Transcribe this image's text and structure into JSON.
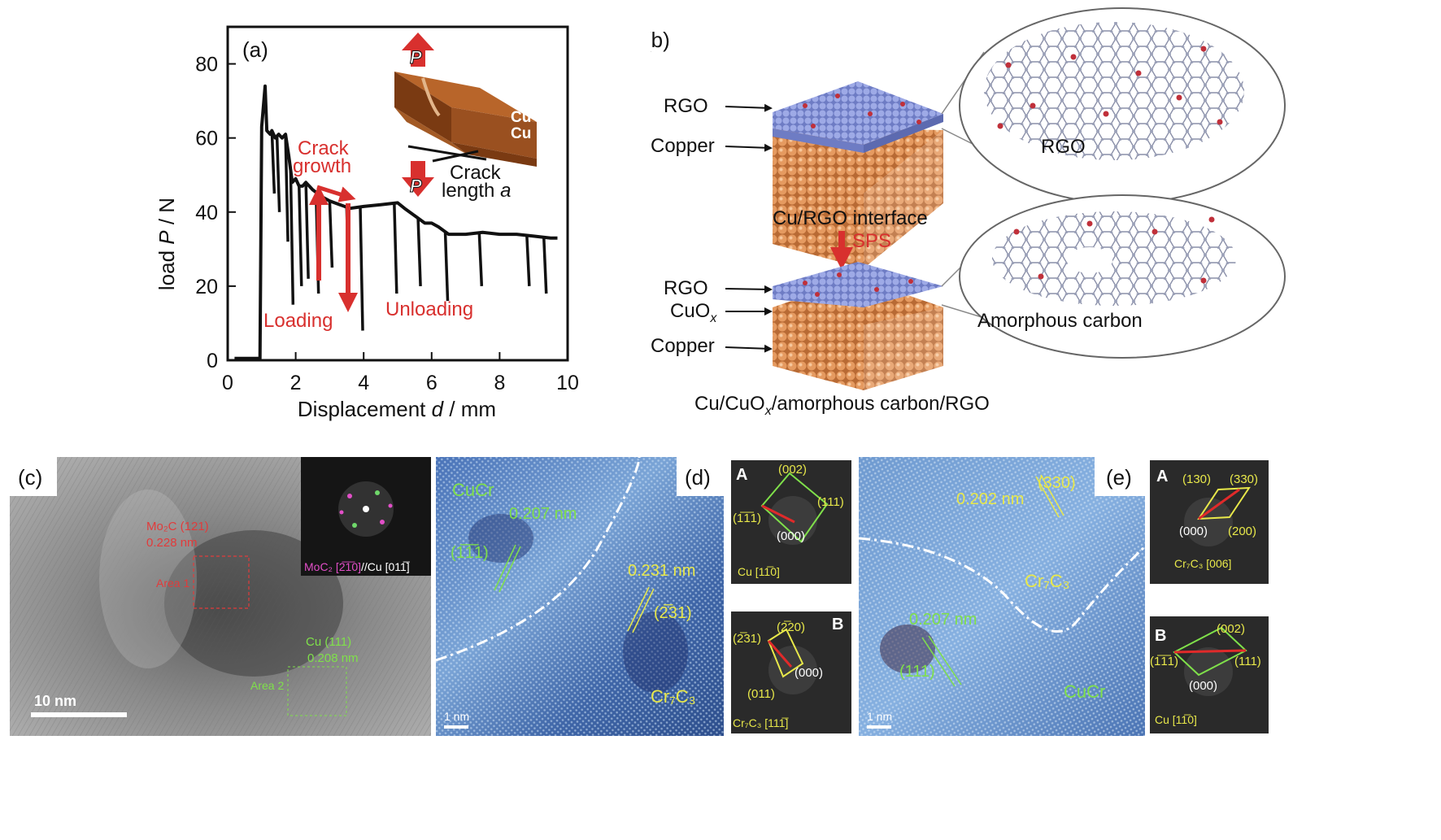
{
  "panel_a": {
    "label": "(a)",
    "ylabel_prefix": "load ",
    "ylabel_var": "P",
    "ylabel_unit": " / N",
    "xlabel_prefix": "Displacement ",
    "xlabel_var": "d",
    "xlabel_unit": " / mm",
    "ann_crack_growth_1": "Crack",
    "ann_crack_growth_2": "growth",
    "ann_loading": "Loading",
    "ann_unloading": "Unloading",
    "inset_p_top": "P",
    "inset_p_bottom": "P",
    "inset_cu_1": "Cu",
    "inset_cu_2": "Cu",
    "inset_crack_1": "Crack",
    "inset_crack_2": "length ",
    "inset_crack_var": "a",
    "colors": {
      "curve": "#111111",
      "annotation": "#d8302e",
      "copper": "#b8652a"
    }
  },
  "chart_data": {
    "type": "line",
    "xlabel": "Displacement d / mm",
    "ylabel": "load P / N",
    "xlim": [
      0,
      10
    ],
    "ylim": [
      0,
      90
    ],
    "xticks": [
      "0",
      "2",
      "4",
      "6",
      "8",
      "10"
    ],
    "yticks": [
      "0",
      "20",
      "40",
      "60",
      "80"
    ],
    "grid": false,
    "series": [
      {
        "x": [
          0.2,
          0.95,
          1.0,
          1.1,
          1.15,
          1.25,
          1.3,
          1.4,
          1.5,
          1.6,
          1.7,
          1.8,
          1.9,
          2.0,
          2.1,
          2.2,
          2.3,
          2.5,
          2.8,
          3.0,
          3.3,
          3.6,
          4.0,
          4.5,
          5.0,
          5.2,
          5.5,
          5.8,
          6.0,
          6.2,
          6.5,
          7.0,
          7.5,
          8.0,
          8.5,
          9.0,
          9.5,
          9.7
        ],
        "y": [
          0.5,
          0.5,
          63,
          74,
          62,
          61,
          62,
          60,
          61,
          60,
          61,
          55,
          48,
          49,
          47,
          47,
          48,
          46,
          44,
          43,
          42,
          41,
          41.5,
          42,
          42.5,
          41,
          39,
          37,
          37,
          36,
          34,
          34,
          34.5,
          34,
          34,
          33.5,
          33,
          33
        ]
      }
    ],
    "unloading_drops": [
      {
        "x": 1.3,
        "ymin": 45
      },
      {
        "x": 1.45,
        "ymin": 40
      },
      {
        "x": 1.7,
        "ymin": 32
      },
      {
        "x": 1.85,
        "ymin": 15
      },
      {
        "x": 2.1,
        "ymin": 20
      },
      {
        "x": 2.3,
        "ymin": 22
      },
      {
        "x": 2.6,
        "ymin": 18
      },
      {
        "x": 3.0,
        "ymin": 25
      },
      {
        "x": 3.5,
        "ymin": 17
      },
      {
        "x": 3.9,
        "ymin": 8
      },
      {
        "x": 4.9,
        "ymin": 18
      },
      {
        "x": 5.6,
        "ymin": 20
      },
      {
        "x": 6.4,
        "ymin": 16
      },
      {
        "x": 7.4,
        "ymin": 20
      },
      {
        "x": 8.8,
        "ymin": 20
      },
      {
        "x": 9.3,
        "ymin": 18
      }
    ]
  },
  "panel_b": {
    "label": "(b)",
    "top_rgo": "RGO",
    "top_copper": "Copper",
    "interface_caption": "Cu/RGO interface",
    "process": "SPS",
    "bottom_rgo": "RGO",
    "bottom_cuox": "CuO",
    "bottom_cuox_sub": "x",
    "bottom_copper": "Copper",
    "zoom_top_label": "RGO",
    "zoom_bottom_label": "Amorphous carbon",
    "bottom_caption_1": "Cu/CuO",
    "bottom_caption_sub": "x",
    "bottom_caption_2": "/amorphous carbon/RGO",
    "colors": {
      "rgo": "#7f8fd6",
      "copper": "#d98a50",
      "oxygen": "#c0303a",
      "arrow": "#d8302e"
    }
  },
  "panel_c": {
    "label": "(c)",
    "moc_1": "Mo₂C (121)",
    "moc_2": "0.228 nm",
    "area1": "Area 1",
    "cu_1": "Cu (111)",
    "cu_2": "0.208 nm",
    "area2": "Area 2",
    "fft_caption_a": "MoC₂ [2̅1̅0]",
    "fft_caption_b": "//Cu [011̅]",
    "scale": "10 nm"
  },
  "panel_d": {
    "label": "(d)",
    "phase_top": "CuCr",
    "d_spacing_1": "0.207 nm",
    "plane_1": "(1̅1̅1)",
    "d_spacing_2": "0.231 nm",
    "plane_2": "(2̅31)",
    "phase_bottom": "Cr₇C₃",
    "scale": "1 nm",
    "inset_a_letter": "A",
    "inset_a_p1": "(002)",
    "inset_a_p2": "(111)",
    "inset_a_p3": "(1̅1̅1)",
    "inset_a_p4": "(000)",
    "inset_a_zone": "Cu [11̅0]",
    "inset_b_letter": "B",
    "inset_b_p1": "(2̅31)",
    "inset_b_p2": "(2̅20)",
    "inset_b_p3": "(000)",
    "inset_b_p4": "(011)",
    "inset_b_zone": "Cr₇C₃ [111̅]"
  },
  "panel_e": {
    "label": "(e)",
    "d_spacing_1": "0.202 nm",
    "plane_1": "(330)",
    "phase_top": "Cr₇C₃",
    "d_spacing_2": "0.207 nm",
    "plane_2": "(111)",
    "phase_bottom": "CuCr",
    "scale": "1 nm",
    "inset_a_letter": "A",
    "inset_a_p1": "(130)",
    "inset_a_p2": "(330)",
    "inset_a_p3": "(000)",
    "inset_a_p4": "(200)",
    "inset_a_zone": "Cr₇C₃ [006]",
    "inset_b_letter": "B",
    "inset_b_p1": "(002)",
    "inset_b_p2": "(1̅1̅1)",
    "inset_b_p3": "(111)",
    "inset_b_p4": "(000)",
    "inset_b_zone": "Cu [11̅0]"
  }
}
